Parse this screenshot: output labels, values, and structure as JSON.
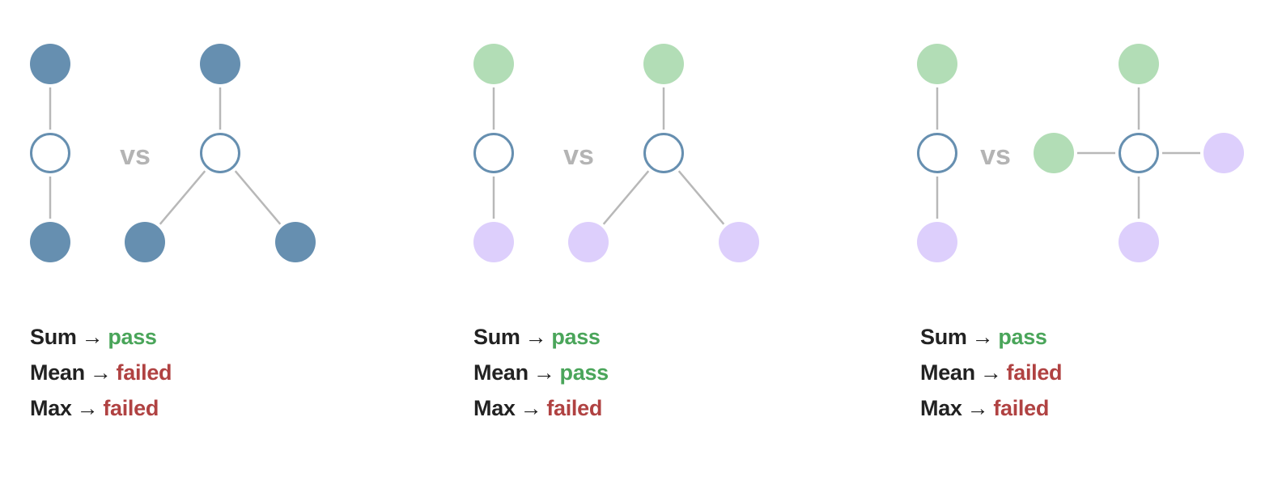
{
  "colors": {
    "blue_node": "#668fb0",
    "green_node": "#b2ddb6",
    "purple_node": "#ddcffc",
    "center_stroke": "#668fb0",
    "edge": "#b8b8b8",
    "vs_text": "#b4b4b4",
    "pass": "#4aa55a",
    "failed": "#b04242",
    "text": "#222222"
  },
  "vs_label": "vs",
  "arrow_glyph": "→",
  "panels": [
    {
      "left_graph": {
        "neighbors": [
          "blue",
          "blue"
        ]
      },
      "right_graph": {
        "neighbors": [
          "blue",
          "blue",
          "blue"
        ]
      },
      "results": [
        {
          "agg": "Sum",
          "outcome": "pass"
        },
        {
          "agg": "Mean",
          "outcome": "failed"
        },
        {
          "agg": "Max",
          "outcome": "failed"
        }
      ]
    },
    {
      "left_graph": {
        "neighbors": [
          "green",
          "purple"
        ]
      },
      "right_graph": {
        "neighbors": [
          "green",
          "purple",
          "purple"
        ]
      },
      "results": [
        {
          "agg": "Sum",
          "outcome": "pass"
        },
        {
          "agg": "Mean",
          "outcome": "pass"
        },
        {
          "agg": "Max",
          "outcome": "failed"
        }
      ]
    },
    {
      "left_graph": {
        "neighbors": [
          "green",
          "purple"
        ]
      },
      "right_graph": {
        "neighbors": [
          "green",
          "green",
          "purple",
          "purple"
        ]
      },
      "results": [
        {
          "agg": "Sum",
          "outcome": "pass"
        },
        {
          "agg": "Mean",
          "outcome": "failed"
        },
        {
          "agg": "Max",
          "outcome": "failed"
        }
      ]
    }
  ]
}
